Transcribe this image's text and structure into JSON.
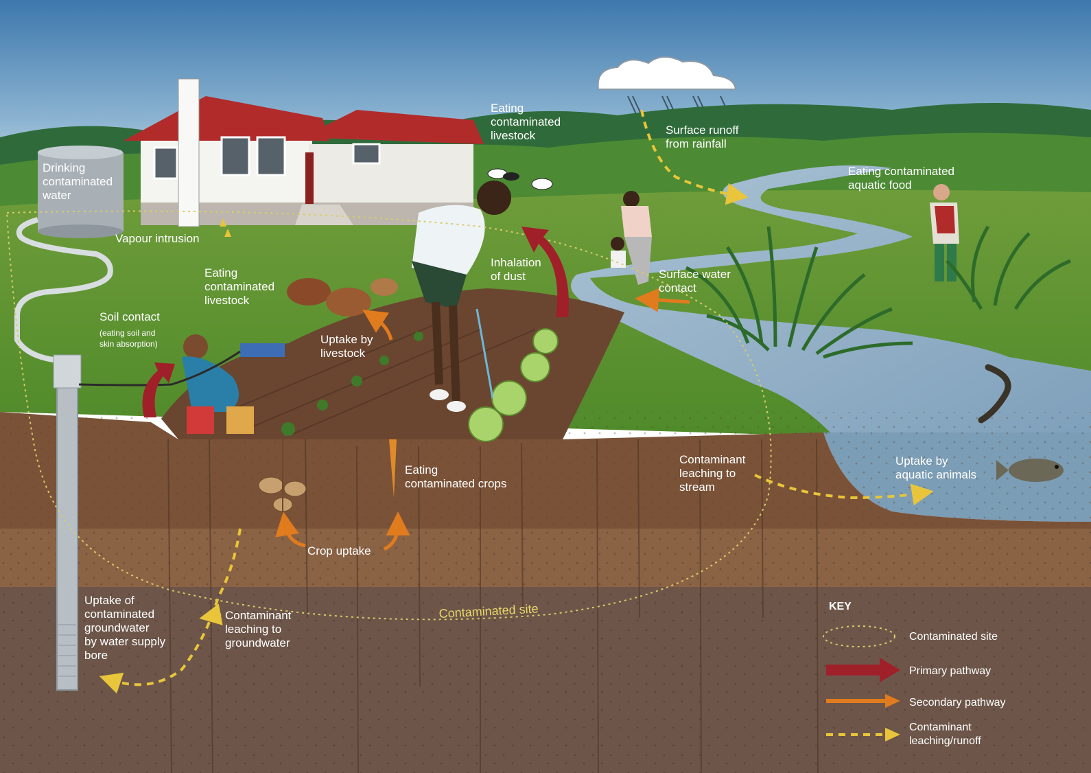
{
  "labels": {
    "drinking": [
      "Drinking",
      "contaminated",
      "water"
    ],
    "eating_livestock_top": [
      "Eating",
      "contaminated",
      "livestock"
    ],
    "surface_runoff": [
      "Surface runoff",
      "from rainfall"
    ],
    "eating_aquatic_food": [
      "Eating contaminated",
      "aquatic food"
    ],
    "vapour_intrusion": "Vapour intrusion",
    "eating_livestock_left": [
      "Eating",
      "contaminated",
      "livestock"
    ],
    "inhalation": [
      "Inhalation",
      "of dust"
    ],
    "surface_water_contact": [
      "Surface water",
      "contact"
    ],
    "soil_contact": "Soil contact",
    "soil_contact_sub": [
      "(eating soil and",
      "skin absorption)"
    ],
    "uptake_livestock": [
      "Uptake by",
      "livestock"
    ],
    "eating_crops": [
      "Eating",
      "contaminated crops"
    ],
    "crop_uptake": "Crop uptake",
    "leaching_stream": [
      "Contaminant",
      "leaching to",
      "stream"
    ],
    "uptake_aquatic": [
      "Uptake by",
      "aquatic animals"
    ],
    "uptake_groundwater": [
      "Uptake of",
      "contaminated",
      "groundwater",
      "by water supply",
      "bore"
    ],
    "leaching_groundwater": [
      "Contaminant",
      "leaching to",
      "groundwater"
    ],
    "contaminated_site": "Contaminated site"
  },
  "key": {
    "title": "KEY",
    "items": [
      {
        "label": [
          "Contaminated site"
        ]
      },
      {
        "label": [
          "Primary pathway"
        ]
      },
      {
        "label": [
          "Secondary pathway"
        ]
      },
      {
        "label": [
          "Contaminant",
          "leaching/runoff"
        ]
      }
    ]
  },
  "colors": {
    "primary_pathway": "#a0202a",
    "secondary_pathway": "#e07b1e",
    "leaching_runoff": "#e8c53a",
    "contaminated_site": "#d8cc6a"
  }
}
